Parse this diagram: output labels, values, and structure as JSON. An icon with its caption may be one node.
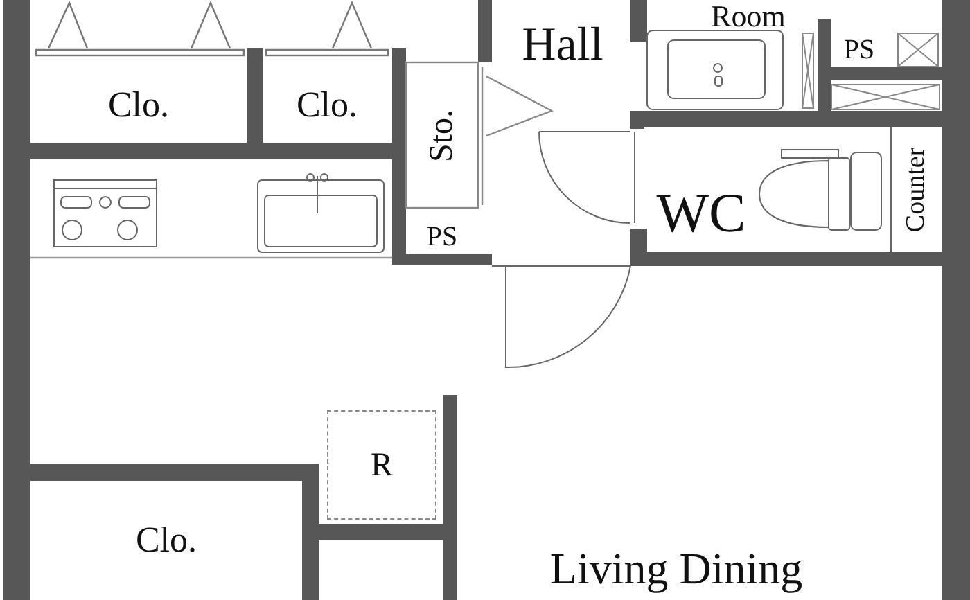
{
  "diagram": {
    "nodes": [
      {
        "text": [
          "R"
        ]
      }
    ],
    "labels": [
      "Room",
      "Clo.",
      "Clo.",
      "Hall",
      "PS",
      "Sto.",
      "WC",
      "Counter",
      "PS",
      "Clo.",
      "Living Dining"
    ]
  }
}
